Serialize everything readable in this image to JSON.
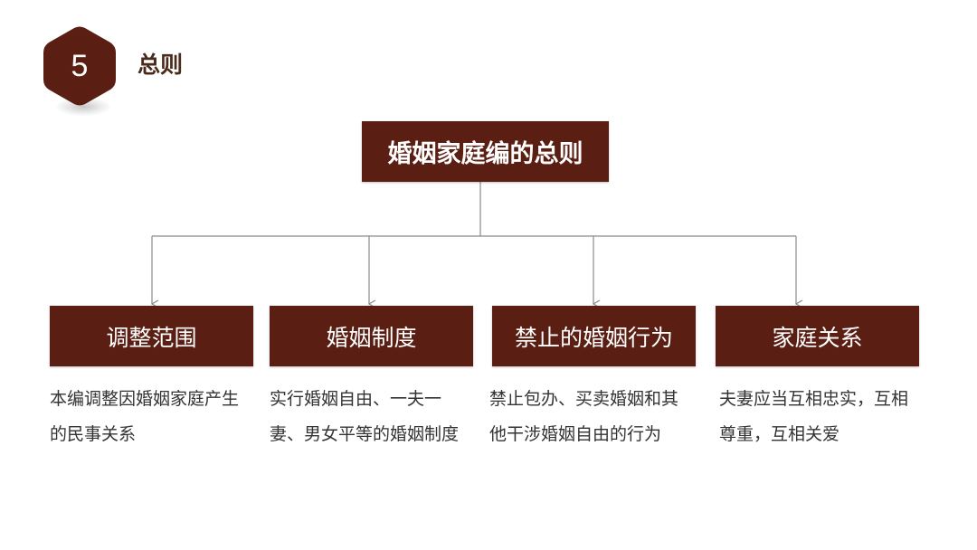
{
  "badge": {
    "number": "5",
    "color": "#5b1e12"
  },
  "section_title": "总则",
  "diagram": {
    "root": "婚姻家庭编的总则",
    "categories": [
      {
        "label": "调整范围",
        "description": "本编调整因婚姻家庭产生的民事关系"
      },
      {
        "label": "婚姻制度",
        "description": "实行婚姻自由、一夫一妻、男女平等的婚姻制度"
      },
      {
        "label": "禁止的婚姻行为",
        "description": "禁止包办、买卖婚姻和其他干涉婚姻自由的行为"
      },
      {
        "label": "家庭关系",
        "description": "夫妻应当互相忠实，互相尊重，互相关爱"
      }
    ]
  },
  "colors": {
    "box_fill": "#5b1e12",
    "connector": "#8a8a8a",
    "text": "#333333"
  }
}
